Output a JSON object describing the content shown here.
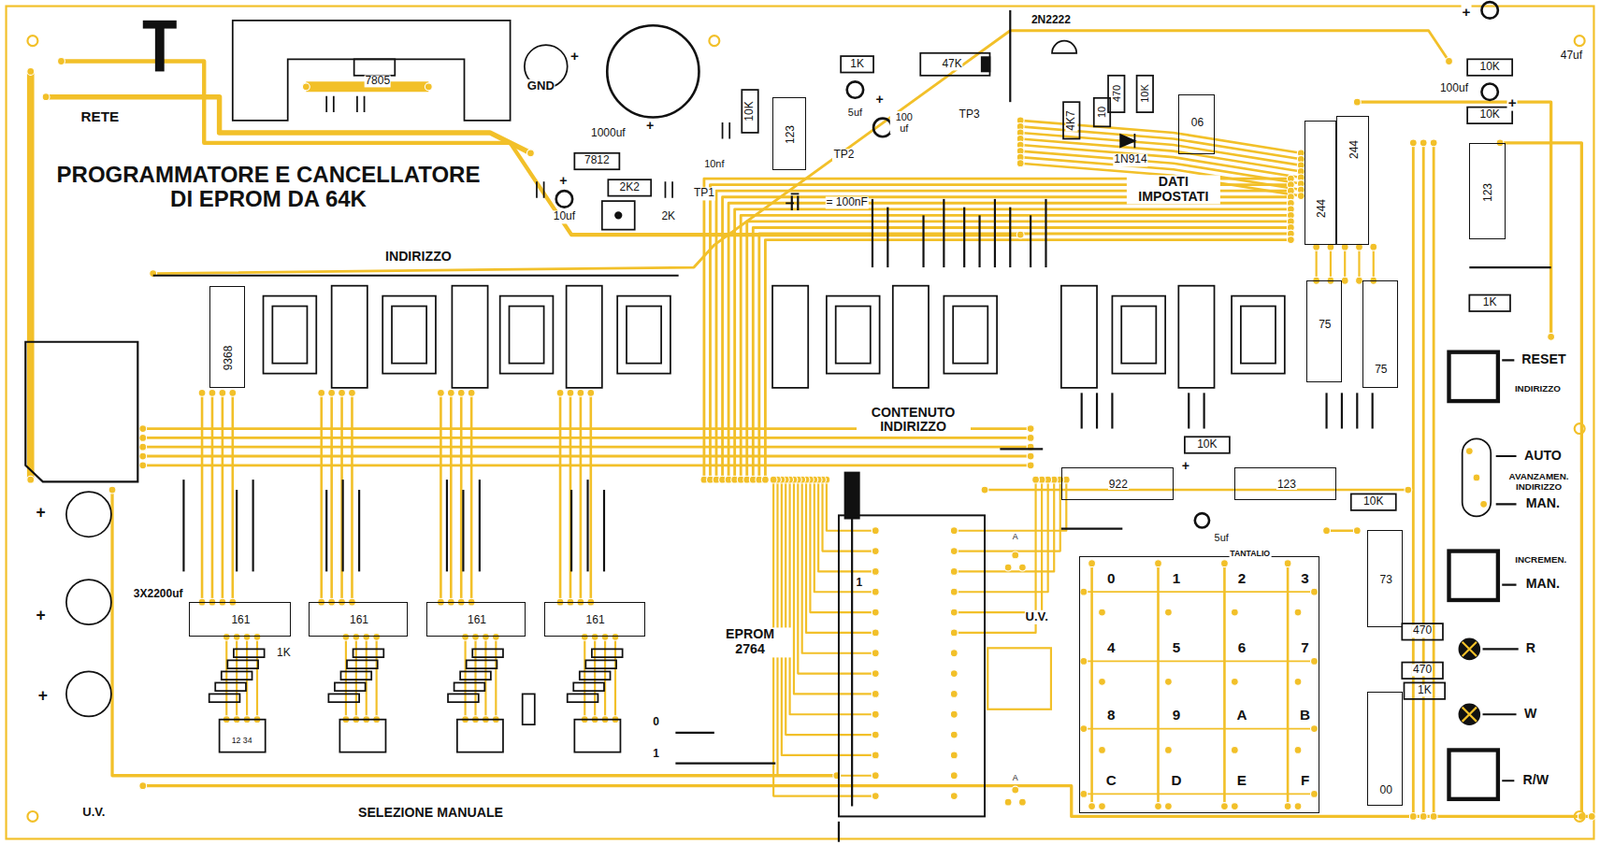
{
  "diagram": {
    "title": "PROGRAMMATORE E CANCELLATORE DI EPROM DA 64K",
    "nodes": [
      {
        "text": [
          "123"
        ]
      },
      {
        "text": [
          "06"
        ]
      },
      {
        "text": [
          "244"
        ]
      },
      {
        "text": [
          "244"
        ]
      },
      {
        "text": [
          "123"
        ]
      },
      {
        "text": [
          "9368"
        ]
      },
      {
        "text": [
          "75"
        ]
      },
      {
        "text": [
          "75"
        ]
      },
      {
        "text": [
          "922"
        ]
      },
      {
        "text": [
          "123"
        ]
      },
      {
        "text": [
          "161"
        ]
      },
      {
        "text": [
          "161"
        ]
      },
      {
        "text": [
          "161"
        ]
      },
      {
        "text": [
          "161"
        ]
      },
      {
        "text": [
          "73"
        ]
      },
      {
        "text": [
          "00"
        ]
      },
      {
        "text": [
          "0",
          "1",
          "2",
          "3",
          "4",
          "5",
          "6",
          "7",
          "8",
          "9",
          "A",
          "B",
          "C",
          "D",
          "E",
          "F"
        ]
      }
    ],
    "labels": [
      "RETE",
      "7805",
      "GND",
      "+",
      "1000uf",
      "+",
      "7812",
      "2K2",
      "2K",
      "+",
      "10uf",
      "TP1",
      "10nf",
      "10K",
      "1K",
      "47K",
      "5uf",
      "+",
      "100 uf",
      "TP2",
      "TP3",
      "= 100nF",
      "2N2222",
      "4K7",
      "10",
      "470",
      "10K",
      "1N914",
      "+",
      "47uf",
      "10K",
      "100uf",
      "+",
      "10K",
      "INDIRIZZO",
      "DATI IMPOSTATI",
      "CONTENUTO INDIRIZZO",
      "1K",
      "RESET",
      "INDIRIZZO",
      "AUTO",
      "AVANZAMEN. INDIRIZZO",
      "MAN.",
      "10K",
      "+",
      "5uf",
      "TANTALIO",
      "10K",
      "INCREMEN.",
      "MAN.",
      "3X2200uf",
      "+",
      "+",
      "+",
      "1K",
      "EPROM 2764",
      "1",
      "A",
      "U.V.",
      "A",
      "470",
      "R",
      "470",
      "1K",
      "W",
      "R/W",
      "12 34",
      "0",
      "1",
      "U.V.",
      "SELEZIONE MANUALE"
    ]
  }
}
